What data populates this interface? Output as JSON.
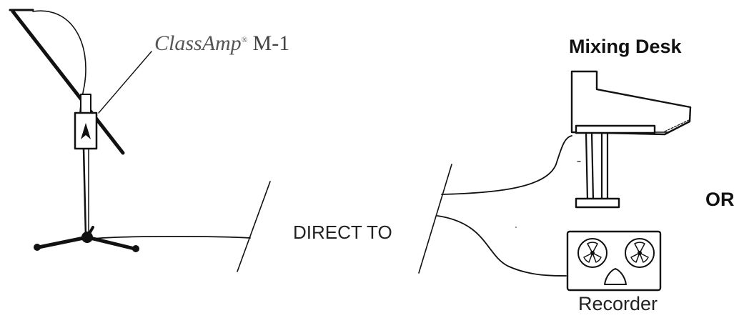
{
  "labels": {
    "classamp_name": "ClassAmp",
    "classamp_mark": "®",
    "classamp_model": " M-1",
    "mixing_desk": "Mixing Desk",
    "or": "OR",
    "direct_to": "DIRECT TO",
    "recorder": "Recorder"
  }
}
